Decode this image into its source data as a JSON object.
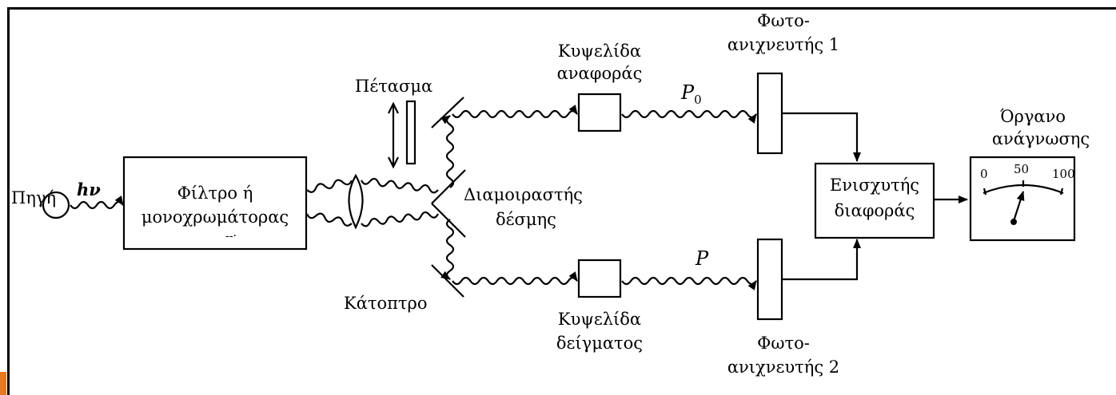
{
  "diagram": {
    "source_label": "Πηγή",
    "photon_label": "hν",
    "filter_line1": "Φίλτρο ή",
    "filter_line2": "μονοχρωμάτορας",
    "filter_small_mark": "--·",
    "shutter_label": "Πέτασμα",
    "splitter_line1": "Διαμοιραστής",
    "splitter_line2": "δέσμης",
    "mirror_label": "Κάτοπτρο",
    "ref_cell_line1": "Κυψελίδα",
    "ref_cell_line2": "αναφοράς",
    "sample_cell_line1": "Κυψελίδα",
    "sample_cell_line2": "δείγματος",
    "p0_label": "P",
    "p0_subscript": "0",
    "p_label": "P",
    "det1_line1": "Φωτο-",
    "det1_line2": "ανιχνευτής 1",
    "det2_line1": "Φωτο-",
    "det2_line2": "ανιχνευτής 2",
    "amp_line1": "Ενισχυτής",
    "amp_line2": "διαφοράς",
    "meter_line1": "Όργανο",
    "meter_line2": "ανάγνωσης",
    "scale_0": "0",
    "scale_50": "50",
    "scale_100": "100",
    "accent_color": "#e87722"
  }
}
